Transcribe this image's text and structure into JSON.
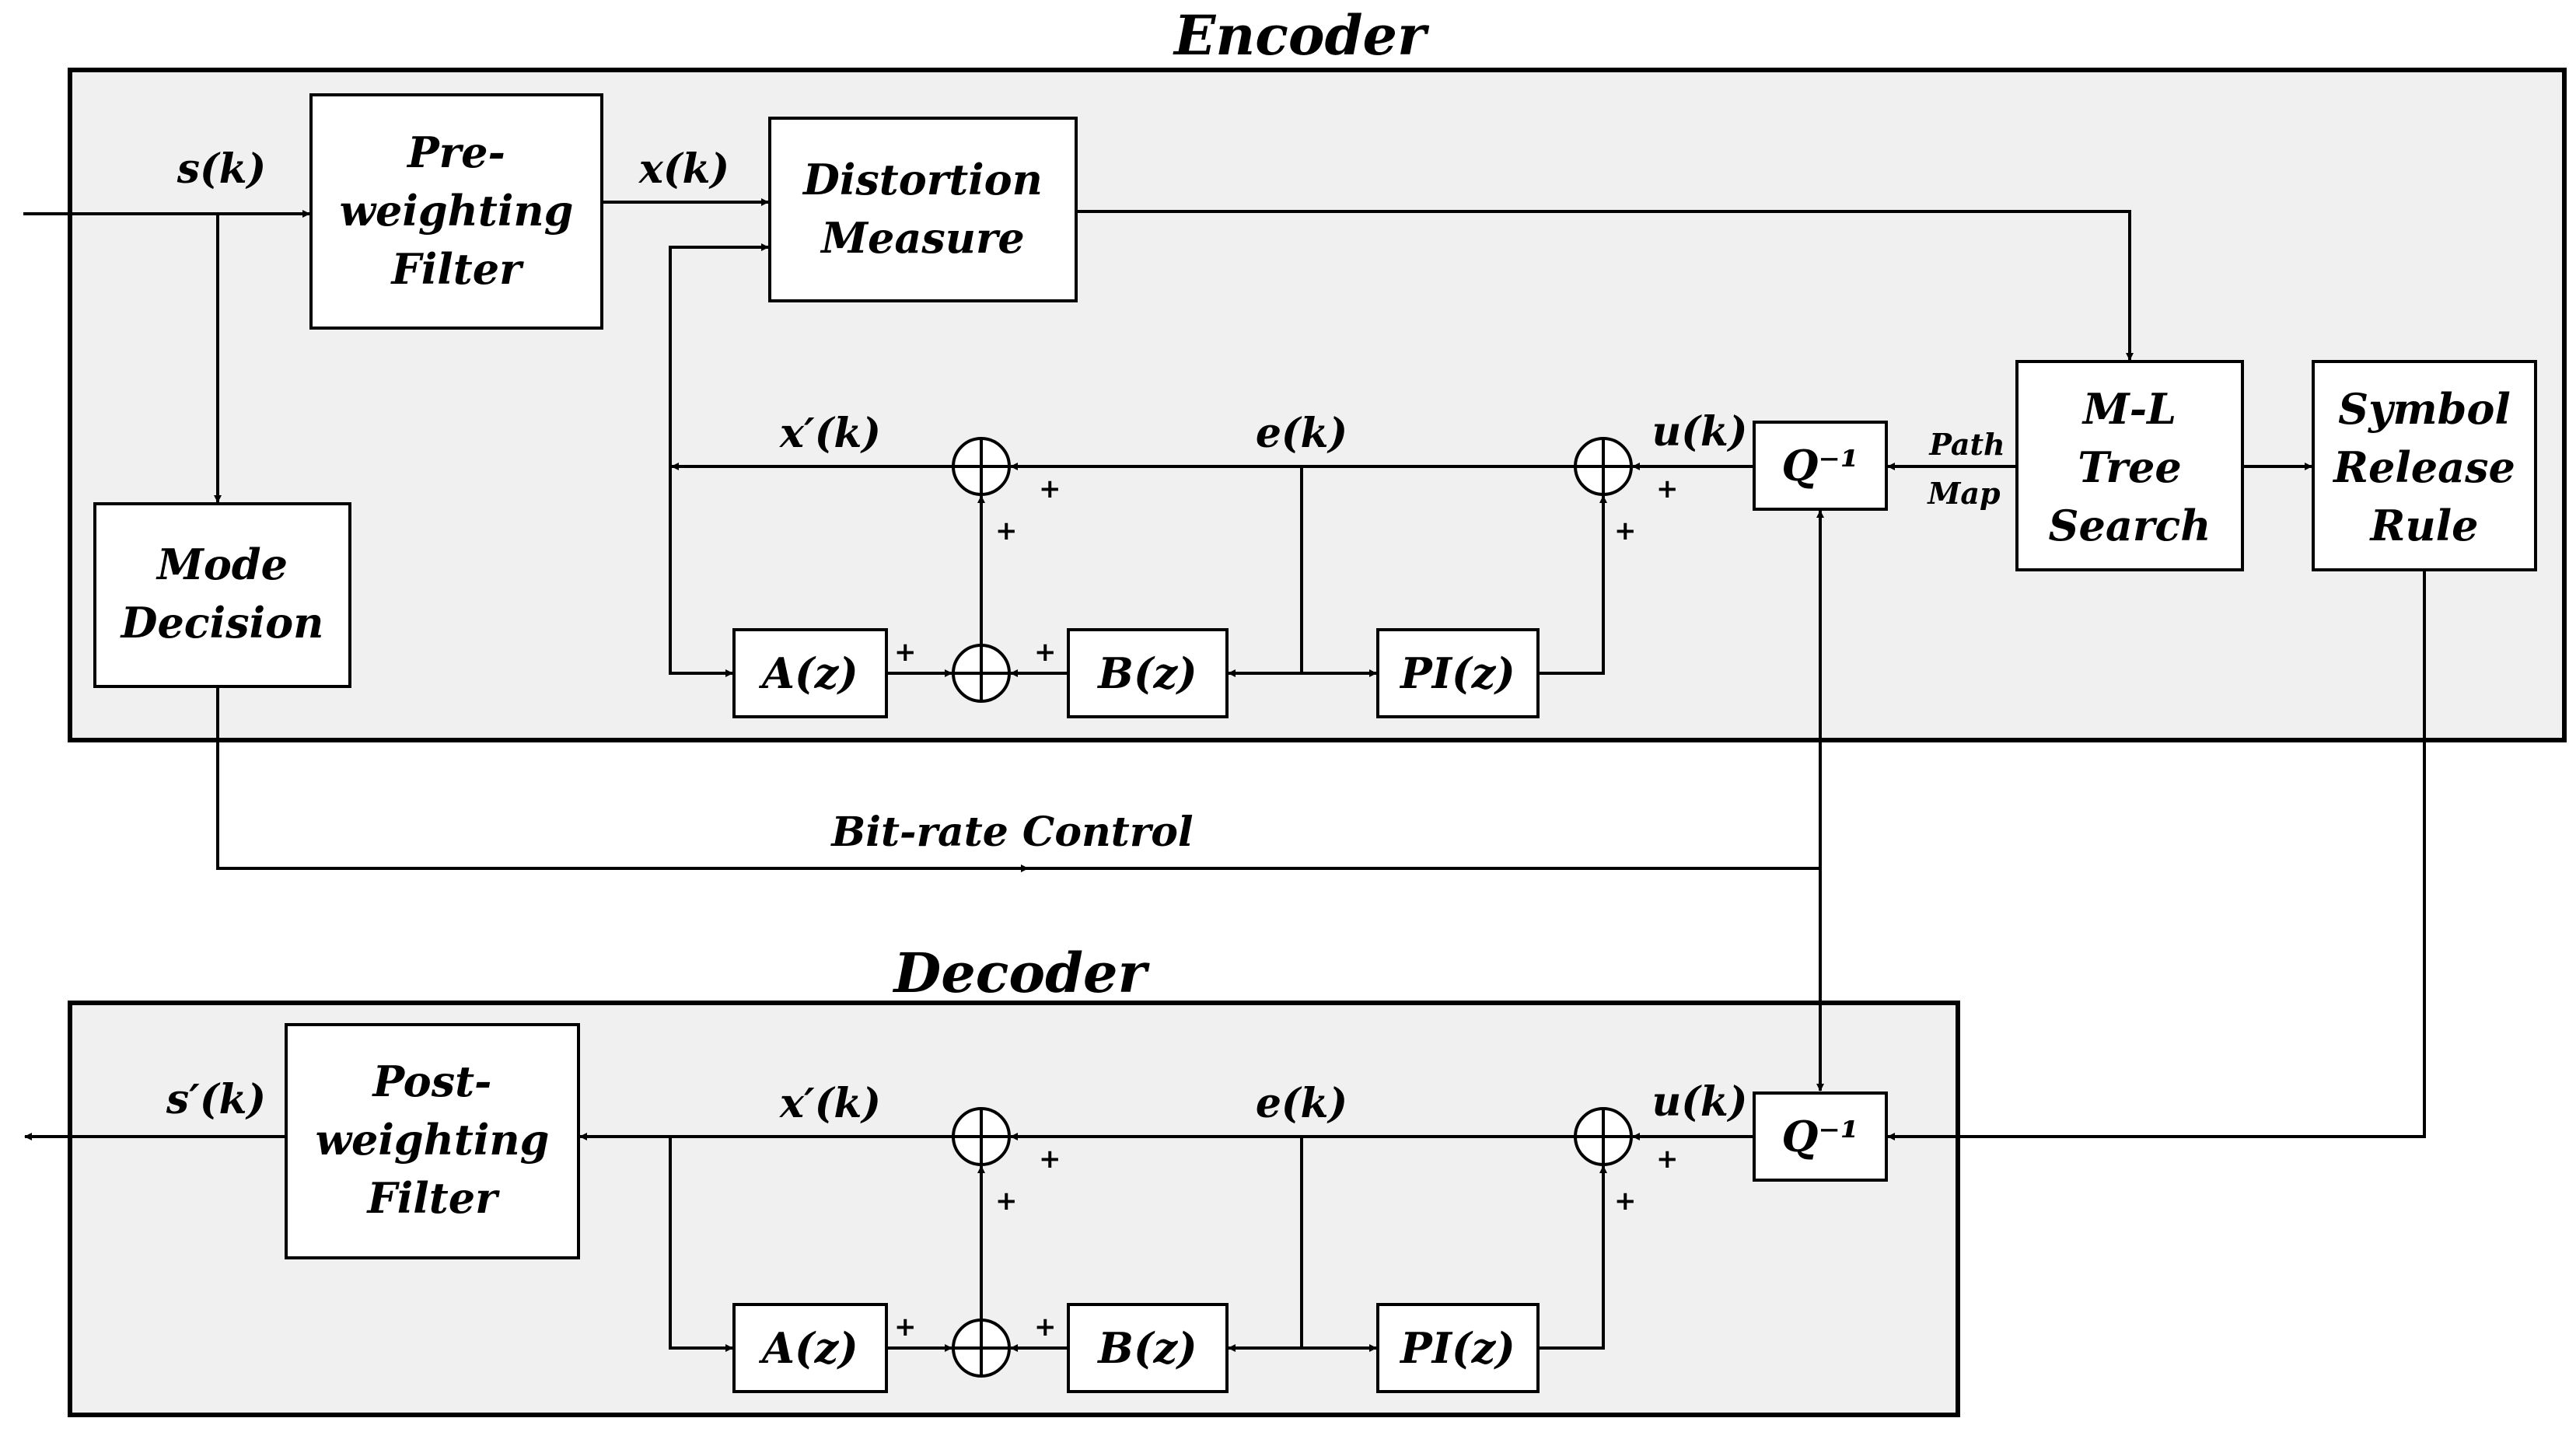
{
  "encoder": {
    "title": "Encoder",
    "blocks": {
      "preweight": [
        "Pre-",
        "weighting",
        "Filter"
      ],
      "distortion": [
        "Distortion",
        "Measure"
      ],
      "mode": [
        "Mode",
        "Decision"
      ],
      "mltree": [
        "M-L",
        "Tree",
        "Search"
      ],
      "symbol": [
        "Symbol",
        "Release",
        "Rule"
      ],
      "qinv": "Q⁻¹",
      "az": "A(z)",
      "bz": "B(z)",
      "piz": "PI(z)"
    },
    "signals": {
      "s": "s(k)",
      "x": "x(k)",
      "xp": "x′(k)",
      "e": "e(k)",
      "u": "u(k)",
      "path": "Path",
      "map": "Map"
    }
  },
  "bitrate_label": "Bit-rate Control",
  "decoder": {
    "title": "Decoder",
    "blocks": {
      "postweight": [
        "Post-",
        "weighting",
        "Filter"
      ],
      "qinv": "Q⁻¹",
      "az": "A(z)",
      "bz": "B(z)",
      "piz": "PI(z)"
    },
    "signals": {
      "sp": "s′(k)",
      "xp": "x′(k)",
      "e": "e(k)",
      "u": "u(k)"
    }
  },
  "sign_plus": "+"
}
